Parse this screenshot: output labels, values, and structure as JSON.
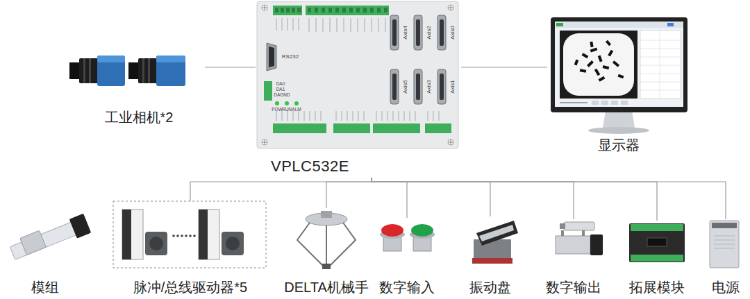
{
  "diagram": {
    "nodes": [
      {
        "text": [
          "工业相机*2"
        ]
      },
      {
        "text": [
          "VPLC532E"
        ]
      },
      {
        "text": [
          "显示器"
        ]
      },
      {
        "text": [
          "模组"
        ]
      },
      {
        "text": [
          "脉冲/总线驱动器*5"
        ]
      },
      {
        "text": [
          "DELTA机械手"
        ]
      },
      {
        "text": [
          "数字输入"
        ]
      },
      {
        "text": [
          "振动盘"
        ]
      },
      {
        "text": [
          "数字输出"
        ]
      },
      {
        "text": [
          "拓展模块"
        ]
      },
      {
        "text": [
          "电源"
        ]
      }
    ],
    "edges": [
      {
        "from": 0,
        "to": 1,
        "arrow": "none"
      },
      {
        "from": 1,
        "to": 2,
        "arrow": "none"
      },
      {
        "from": 1,
        "to": 4,
        "arrow": "none"
      },
      {
        "from": 1,
        "to": 5,
        "arrow": "none"
      },
      {
        "from": 1,
        "to": 6,
        "arrow": "none"
      },
      {
        "from": 1,
        "to": 7,
        "arrow": "none"
      },
      {
        "from": 1,
        "to": 8,
        "arrow": "none"
      },
      {
        "from": 1,
        "to": 9,
        "arrow": "none"
      },
      {
        "from": 1,
        "to": 10,
        "arrow": "none"
      }
    ],
    "labels": [
      "RS232",
      "Axis4",
      "Axis2",
      "Axis0",
      "Axis5",
      "Axis3",
      "Axis1",
      "DA0",
      "DA1",
      "DAGND",
      "POW",
      "RUN",
      "ALM"
    ]
  }
}
